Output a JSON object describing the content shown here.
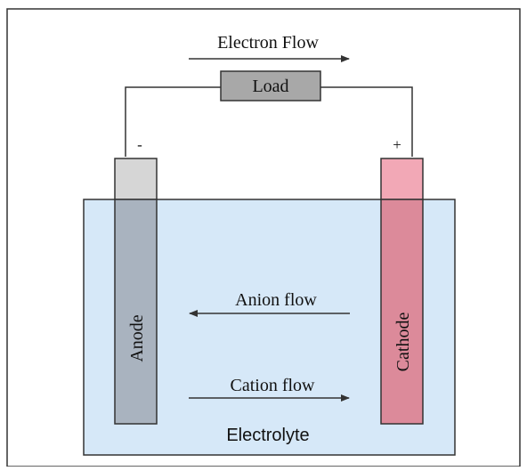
{
  "labels": {
    "electron_flow": "Electron Flow",
    "load": "Load",
    "anode_terminal": "-",
    "cathode_terminal": "+",
    "anode": "Anode",
    "cathode": "Cathode",
    "anion_flow": "Anion flow",
    "cation_flow": "Cation flow",
    "electrolyte": "Electrolyte"
  },
  "colors": {
    "electrolyte_fill": "#d6e8f8",
    "load_fill": "#a8a8a8",
    "anode_fill": "#a9b3bf",
    "anode_top_fill": "#d6d6d6",
    "cathode_fill": "#dc8a9a",
    "cathode_top_fill": "#f2a8b6",
    "stroke": "#333333"
  }
}
